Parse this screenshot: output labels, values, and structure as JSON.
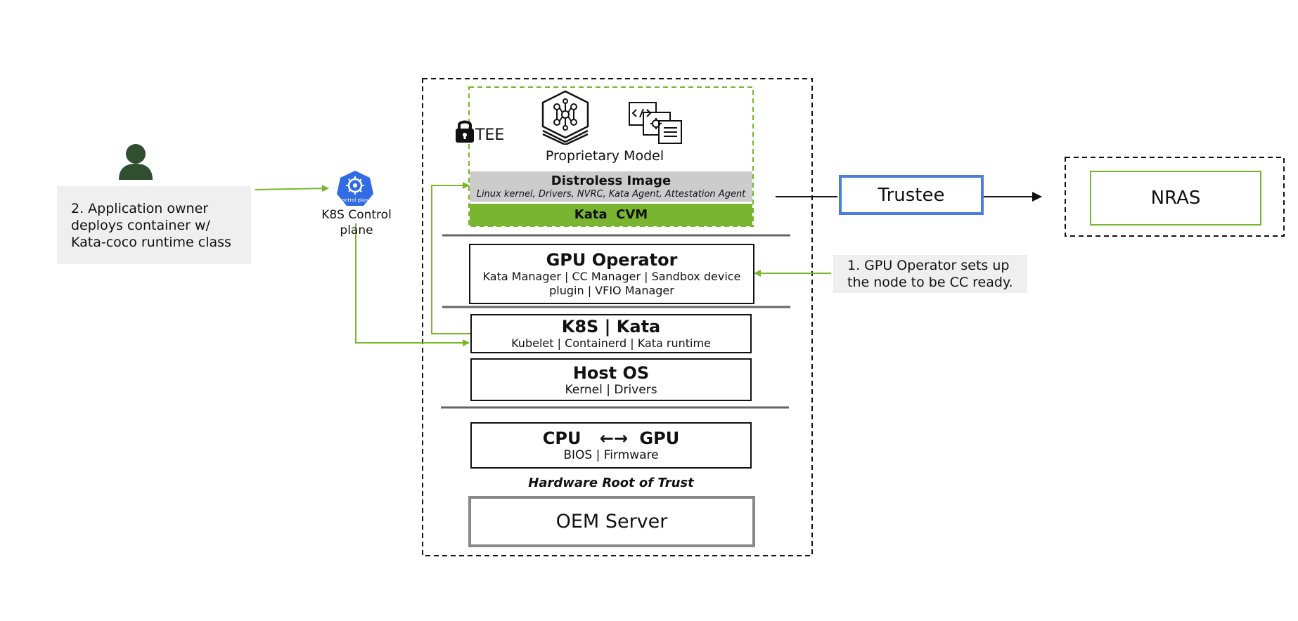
{
  "user_note": {
    "lines": [
      "2. Application owner",
      "deploys container w/",
      "Kata-coco runtime class"
    ]
  },
  "control_plane": {
    "label": "K8S Control plane",
    "icon_caption": "control plane"
  },
  "tee": {
    "label": "TEE",
    "model_label": "Proprietary Model",
    "distroless_title": "Distroless Image",
    "distroless_sub": "Linux kernel, Drivers, NVRC, Kata Agent, Attestation Agent",
    "kata_cvm": "Kata  CVM"
  },
  "gpu_operator": {
    "title": "GPU Operator",
    "sub_lines": [
      "Kata Manager | CC Manager | Sandbox device",
      "plugin | VFIO Manager"
    ]
  },
  "k8s_kata": {
    "title": "K8S | Kata",
    "sub": "Kubelet | Containerd | Kata runtime"
  },
  "host_os": {
    "title": "Host OS",
    "sub": "Kernel | Drivers"
  },
  "cpu_gpu": {
    "title_left": "CPU",
    "title_arrow": "←→",
    "title_right": "GPU",
    "sub": "BIOS | Firmware"
  },
  "hw_root": "Hardware Root of Trust",
  "oem_server": "OEM Server",
  "trustee": "Trustee",
  "nras": "NRAS",
  "gpu_note": {
    "lines": [
      "1. GPU Operator sets up",
      "the node to be CC ready."
    ]
  },
  "colors": {
    "green": "#76b82a",
    "kata_green": "#7ab532",
    "blue": "#4a7fd8",
    "k8s_blue": "#326ce5",
    "gray_band": "#cccccc",
    "person": "#2f4f2f",
    "server_border": "#888888"
  }
}
